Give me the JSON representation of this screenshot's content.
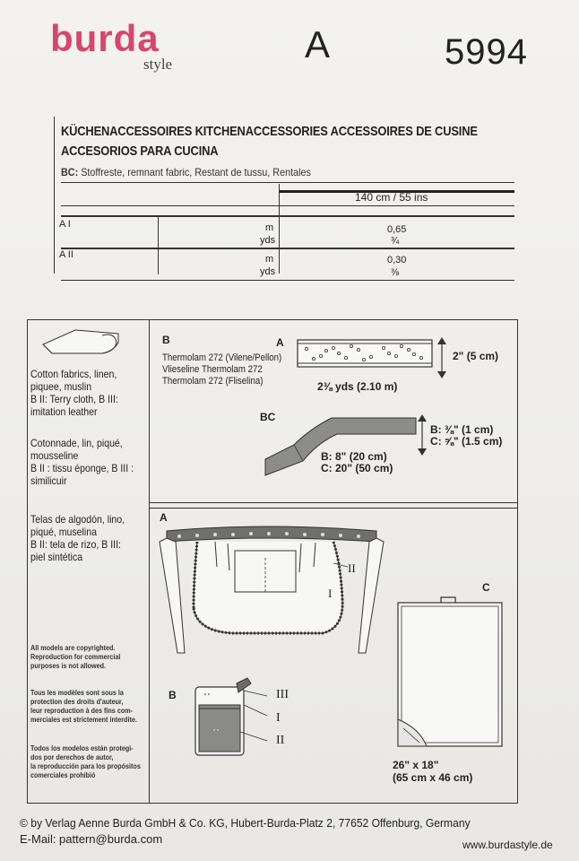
{
  "header": {
    "brand": "burda",
    "brand_sub": "style",
    "view": "A",
    "pattern_number": "5994"
  },
  "titles": {
    "line1": "KÜCHENACCESSOIRES  KITCHENACCESSORIES  ACCESSOIRES DE CUSINE",
    "line2": "ACCESORIOS PARA CUCINA"
  },
  "fabric_note": {
    "prefix": "BC:",
    "text": " Stoffreste, remnant fabric, Restant de tussu, Rentales"
  },
  "yardage_table": {
    "width_header": "140 cm / 55 ins",
    "rows": [
      {
        "view": "A I",
        "unit1": "m",
        "value1": "0,65",
        "unit2": "yds",
        "value2": "¾"
      },
      {
        "view": "A II",
        "unit1": "m",
        "value1": "0,30",
        "unit2": "yds",
        "value2": "⅜"
      }
    ]
  },
  "fabrics": {
    "english": [
      "Cotton fabrics, linen,",
      "piquee, muslin",
      "B II: Terry cloth, B III:",
      "imitation leather"
    ],
    "french": [
      "Cotonnade, lin, piqué,",
      "mousseline",
      "B II : tissu éponge, B III :",
      "similicuir"
    ],
    "spanish": [
      "Telas de algodón, lino,",
      "piqué, muselina",
      "B II: tela de rizo, B III:",
      "piel sintética"
    ]
  },
  "copyright_notes": {
    "english": [
      "All models are copyrighted.",
      "Reproduction for commercial",
      "purposes is not allowed."
    ],
    "french": [
      "Tous les modèles sont sous la",
      "protection des droits d'auteur,",
      "leur reproduction à des fins com-",
      "merciales est strictement interdite."
    ],
    "spanish": [
      "Todos los modelos están protegi-",
      "dos por derechos de autor,",
      "la reproducción para los propósitos",
      "comerciales prohibió"
    ]
  },
  "notions": {
    "label_b": "B",
    "interfacing": [
      "Thermolam 272 (Vilene/Pellon)",
      "Vlieseline Thermolam 272",
      "Thermolam 272 (Fliselina)"
    ],
    "label_a": "A",
    "a_height": "2\" (5 cm)",
    "a_length": "2⅜ yds (2.10 m)",
    "label_bc": "BC",
    "bc_width_b": "B: ⅜\" (1 cm)",
    "bc_width_c": "C: ⅝\" (1.5 cm)",
    "bc_len_b": "B: 8\" (20 cm)",
    "bc_len_c": "C: 20\" (50 cm)"
  },
  "drawings": {
    "label_a": "A",
    "a_part_ii": "II",
    "a_part_i": "I",
    "label_b": "B",
    "b_part_iii": "III",
    "b_part_i": "I",
    "b_part_ii": "II",
    "label_c": "C",
    "c_size_in": "26\" x 18\"",
    "c_size_cm": "(65 cm x 46 cm)"
  },
  "footer": {
    "publisher": "© by Verlag Aenne Burda GmbH & Co. KG, Hubert-Burda-Platz 2, 77652 Offenburg, Germany",
    "email": "E-Mail: pattern@burda.com",
    "website": "www.burdastyle.de"
  },
  "colors": {
    "brand": "#d7466f",
    "ink": "#222222",
    "paper": "#f1f0ed"
  }
}
